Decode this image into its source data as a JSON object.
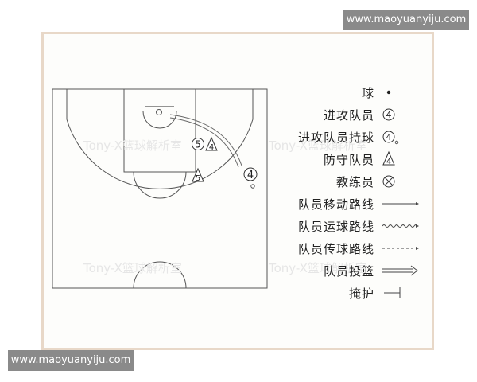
{
  "watermark": {
    "top": "www.maoyuanyiju.com",
    "bottom": "www.maoyuanyiju.com",
    "court_faint": "Tony-X篮球解析室"
  },
  "players": {
    "offense_ball": "4",
    "offense": "5",
    "defense_a": "4",
    "defense_b": "5"
  },
  "legend": {
    "ball": "球",
    "offense_player": "进攻队员",
    "offense_player_symbol": "4",
    "offense_ball_handler": "进攻队员持球",
    "offense_ball_handler_symbol": "4",
    "defense_player": "防守队员",
    "defense_player_symbol": "4",
    "coach": "教练员",
    "move_path": "队员移动路线",
    "dribble_path": "队员运球路线",
    "pass_path": "队员传球路线",
    "shot": "队员投篮",
    "screen": "掩护"
  },
  "colors": {
    "line": "#555555",
    "frame_border": "#e8d8c8",
    "watermark_bg": "#8a8a8a"
  }
}
